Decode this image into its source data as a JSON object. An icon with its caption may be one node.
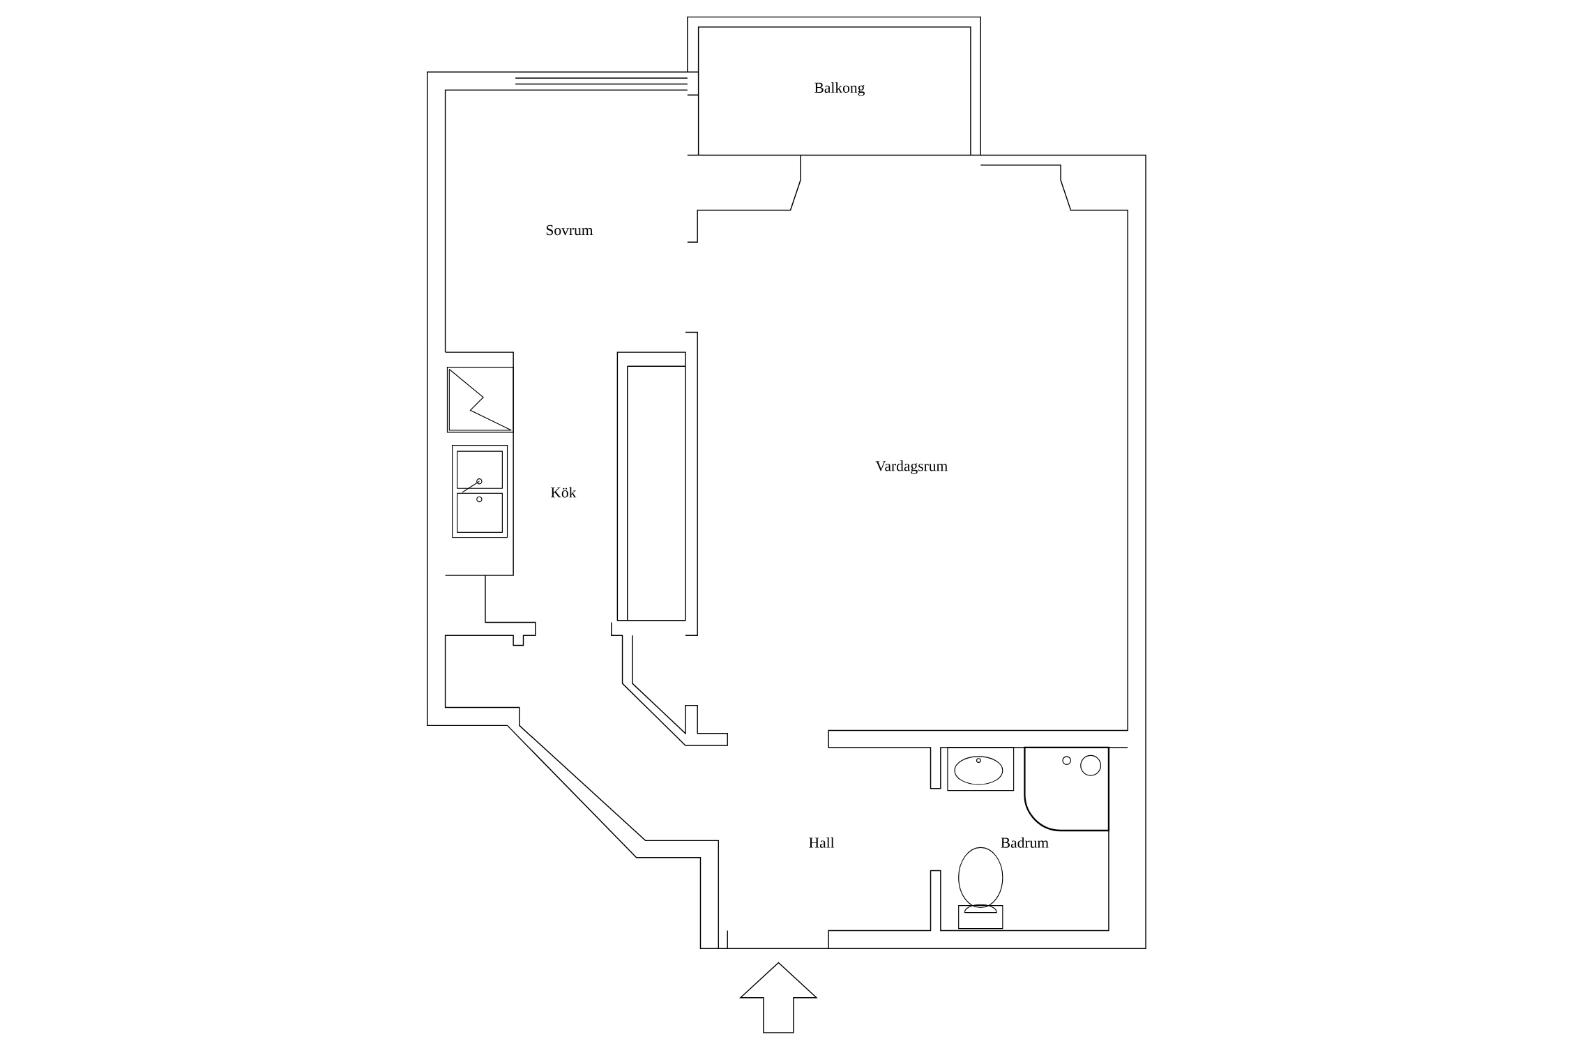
{
  "diagram": {
    "labels": [
      "Balkong",
      "Sovrum",
      "Kök",
      "Vardagsrum",
      "Hall",
      "Badrum"
    ]
  }
}
